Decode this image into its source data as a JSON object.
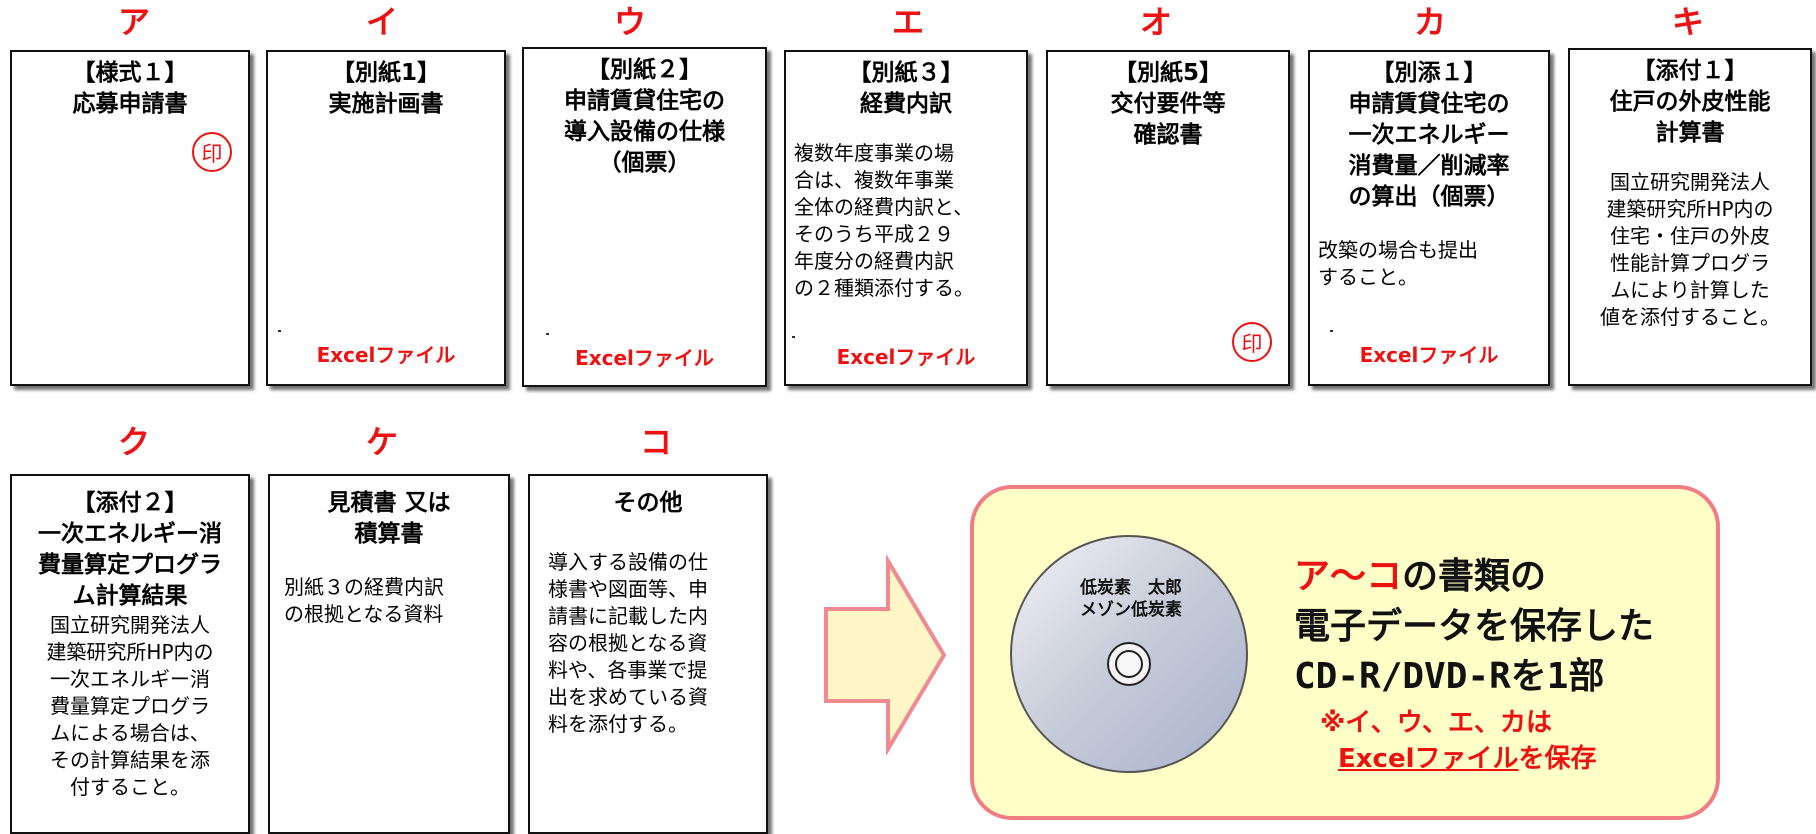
{
  "row1": [
    {
      "kana": "ア",
      "title_lines": [
        "【様式１】",
        "応募申請書"
      ],
      "body_lines": [],
      "excel": "",
      "stamp": "印"
    },
    {
      "kana": "イ",
      "title_lines": [
        "【別紙1】",
        "実施計画書"
      ],
      "body_lines": [],
      "excel": "Excelファイル",
      "stamp": ""
    },
    {
      "kana": "ウ",
      "title_lines": [
        "【別紙２】",
        "申請賃貸住宅の",
        "導入設備の仕様",
        "（個票）"
      ],
      "body_lines": [],
      "excel": "Excelファイル",
      "stamp": ""
    },
    {
      "kana": "エ",
      "title_lines": [
        "【別紙３】",
        "経費内訳"
      ],
      "body_lines": [
        "複数年度事業の場",
        "合は、複数年事業",
        "全体の経費内訳と、",
        "そのうち平成２９",
        "年度分の経費内訳",
        "の２種類添付する。"
      ],
      "excel": "Excelファイル",
      "stamp": ""
    },
    {
      "kana": "オ",
      "title_lines": [
        "【別紙5】",
        "交付要件等",
        "確認書"
      ],
      "body_lines": [],
      "excel": "",
      "stamp": "印"
    },
    {
      "kana": "カ",
      "title_lines": [
        "【別添１】",
        "申請賃貸住宅の",
        "一次エネルギー",
        "消費量／削減率",
        "の算出（個票）"
      ],
      "body_lines": [
        "改築の場合も提出",
        "すること。"
      ],
      "excel": "Excelファイル",
      "stamp": ""
    },
    {
      "kana": "キ",
      "title_lines": [
        "【添付１】",
        "住戸の外皮性能",
        "計算書"
      ],
      "body_lines": [
        "国立研究開発法人",
        "建築研究所HP内の",
        "住宅・住戸の外皮",
        "性能計算プログラ",
        "ムにより計算した",
        "値を添付すること。"
      ],
      "excel": "",
      "stamp": ""
    }
  ],
  "row2": [
    {
      "kana": "ク",
      "title_lines": [
        "【添付２】",
        "一次エネルギー消",
        "費量算定プログラ",
        "ム計算結果"
      ],
      "body_lines": [
        "国立研究開発法人",
        "建築研究所HP内の",
        "一次エネルギー消",
        "費量算定プログラ",
        "ムによる場合は、",
        "その計算結果を添",
        "付すること。"
      ]
    },
    {
      "kana": "ケ",
      "title_lines": [
        "見積書 又は",
        "積算書"
      ],
      "body_lines": [
        "別紙３の経費内訳",
        "の根拠となる資料"
      ]
    },
    {
      "kana": "コ",
      "title_lines": [
        "その他"
      ],
      "body_lines": [
        "導入する設備の仕",
        "様書や図面等、申",
        "請書に記載した内",
        "容の根拠となる資",
        "料や、各事業で提",
        "出を求めている資",
        "料を添付する。"
      ]
    }
  ],
  "cd": {
    "line1": "低炭素　太郎",
    "line2": "メゾン低炭素"
  },
  "message": {
    "line1_red": "ア～コ",
    "line1_rest": "の書類の",
    "line2": "電子データを保存した",
    "line3": "CD-R/DVD-Rを1部",
    "note_line1": "※イ、ウ、エ、カは",
    "note_excel": "Excelファイル",
    "note_rest": "を保存"
  },
  "colors": {
    "accent_red": "#ee1111",
    "panel_fill": "#ffffc8",
    "panel_border": "#f27c84",
    "arrow_fill": "#fff6c8",
    "arrow_stroke": "#f08a90"
  }
}
